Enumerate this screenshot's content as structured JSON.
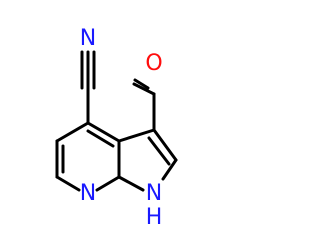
{
  "molecule": {
    "atoms": {
      "nitrile_n": {
        "symbol": "N",
        "color": "#1a1aff"
      },
      "formyl_o": {
        "symbol": "O",
        "color": "#ff0d0d"
      },
      "pyridine_n": {
        "symbol": "N",
        "color": "#1a1aff"
      },
      "pyrrole_n": {
        "symbol": "N",
        "color": "#1a1aff"
      },
      "pyrrole_h": {
        "symbol": "H",
        "color": "#1a1aff"
      }
    },
    "bond_color": "#000000"
  }
}
